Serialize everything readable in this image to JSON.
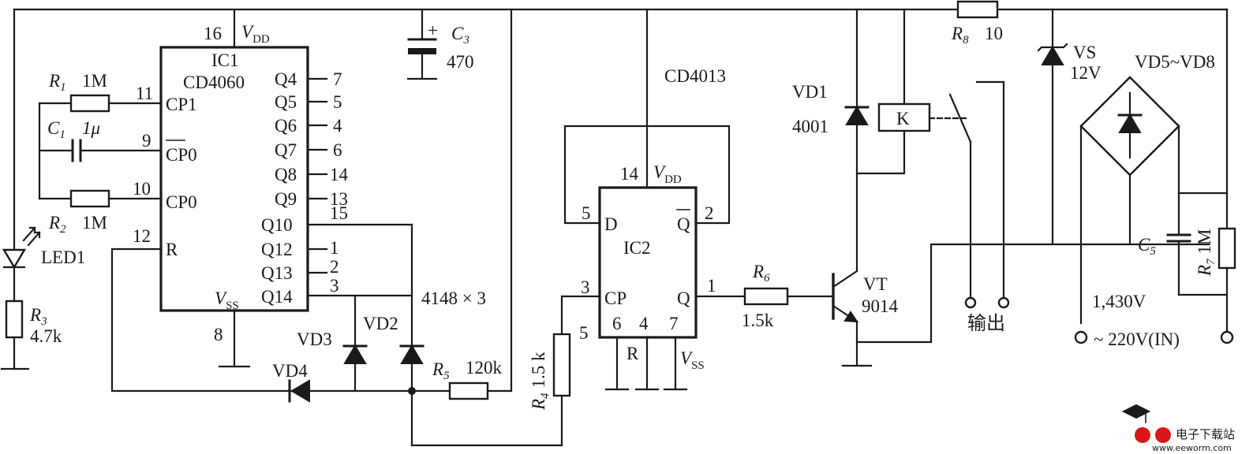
{
  "ic1": {
    "name": "IC1",
    "part": "CD4060",
    "vdd": "V",
    "vdd_sub": "DD",
    "vss": "V",
    "vss_sub": "SS",
    "pin_vdd": "16",
    "pin_vss": "8",
    "left_pins": [
      {
        "num": "11",
        "label": "CP1"
      },
      {
        "num": "9",
        "label": "CP0"
      },
      {
        "num": "10",
        "label": "CP0"
      },
      {
        "num": "12",
        "label": "R"
      }
    ],
    "right_pins": [
      {
        "label": "Q4",
        "num": "7"
      },
      {
        "label": "Q5",
        "num": "5"
      },
      {
        "label": "Q6",
        "num": "4"
      },
      {
        "label": "Q7",
        "num": "6"
      },
      {
        "label": "Q8",
        "num": "14"
      },
      {
        "label": "Q9",
        "num": "13"
      },
      {
        "label": "Q10",
        "num": "15"
      },
      {
        "label": "Q12",
        "num": "1"
      },
      {
        "label": "Q13",
        "num": "2"
      },
      {
        "label": "Q14",
        "num": "3"
      }
    ]
  },
  "ic2": {
    "name": "IC2",
    "part": "CD4013",
    "vdd": "V",
    "vdd_sub": "DD",
    "vss": "V",
    "vss_sub": "SS",
    "pin_vdd": "14",
    "pin_d": "5",
    "pin_qbar": "2",
    "pin_cp": "3",
    "pin_q": "1",
    "pin_6": "6",
    "pin_4": "4",
    "pin_7": "7",
    "lbl_d": "D",
    "lbl_qbar": "Q",
    "lbl_cp": "CP",
    "lbl_q": "Q",
    "lbl_r": "R"
  },
  "components": {
    "r1": {
      "sym": "R",
      "sub": "1",
      "val": "1M"
    },
    "r2": {
      "sym": "R",
      "sub": "2",
      "val": "1M"
    },
    "r3": {
      "sym": "R",
      "sub": "3",
      "val": "4.7k"
    },
    "r4": {
      "sym": "R",
      "sub": "4",
      "val": "1.5 k"
    },
    "r5": {
      "sym": "R",
      "sub": "5",
      "val": "120k"
    },
    "r6": {
      "sym": "R",
      "sub": "6",
      "val": "1.5k"
    },
    "r7": {
      "sym": "R",
      "sub": "7",
      "val": "1M"
    },
    "r8": {
      "sym": "R",
      "sub": "8",
      "val": "10"
    },
    "c1": {
      "sym": "C",
      "sub": "1",
      "val": "1μ"
    },
    "c3": {
      "sym": "C",
      "sub": "3",
      "val": "470"
    },
    "c5": {
      "sym": "C",
      "sub": "5",
      "val": "1,430V"
    },
    "led1": "LED1",
    "vd1": {
      "name": "VD1",
      "val": "4001"
    },
    "vd2": "VD2",
    "vd3": "VD3",
    "vd4": "VD4",
    "diodes_note": "4148 × 3",
    "vs": {
      "name": "VS",
      "val": "12V"
    },
    "bridge": "VD5~VD8",
    "vt": {
      "name": "VT",
      "val": "9014"
    },
    "relay": "K",
    "output_label": "输出",
    "input_label": "~ 220V(IN)",
    "plus": "+"
  },
  "watermark": {
    "brand": "电子下载站",
    "url": "www.eeworm.com"
  }
}
